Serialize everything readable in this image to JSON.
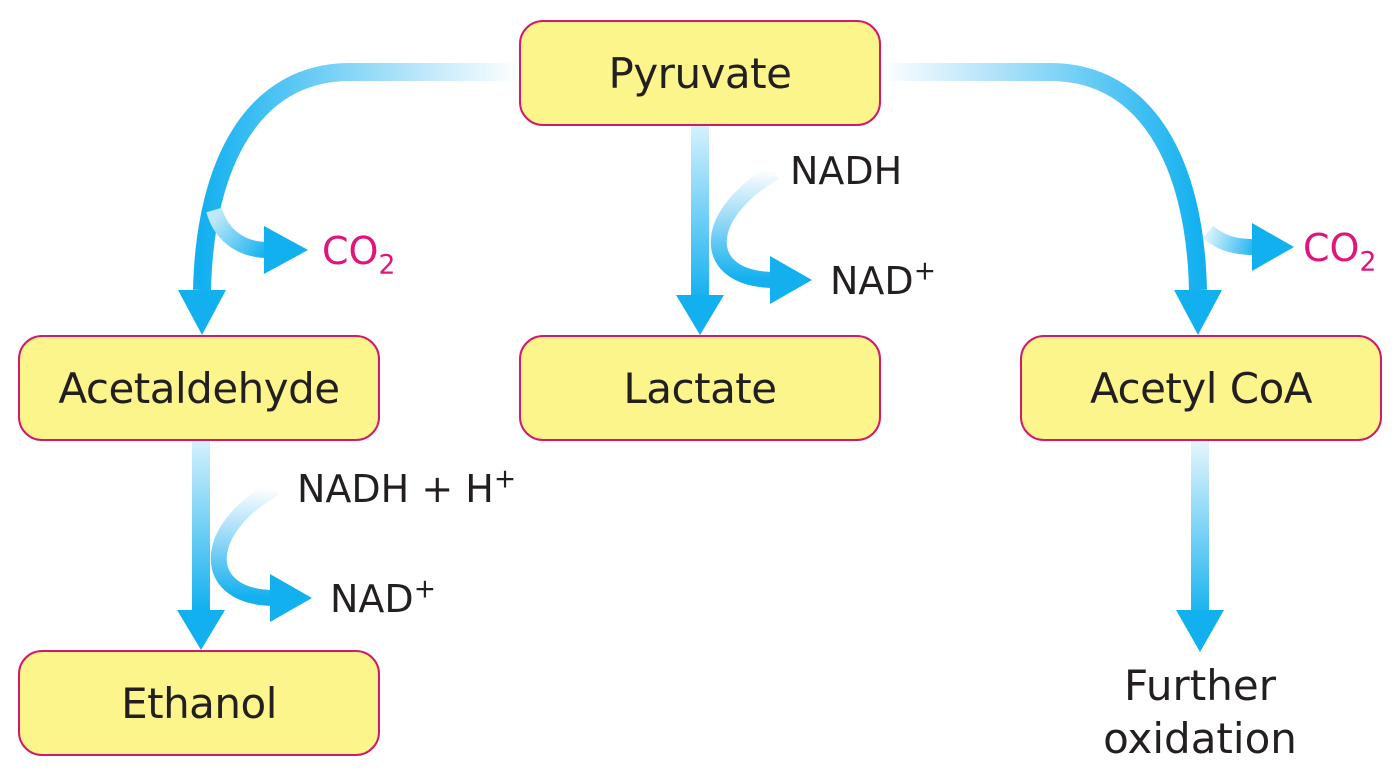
{
  "nodes": {
    "pyruvate": "Pyruvate",
    "acetaldehyde": "Acetaldehyde",
    "lactate": "Lactate",
    "acetyl_coa": "Acetyl CoA",
    "ethanol": "Ethanol",
    "further_oxidation_line1": "Further",
    "further_oxidation_line2": "oxidation"
  },
  "labels": {
    "co2_left_base": "CO",
    "co2_left_sub": "2",
    "co2_right_base": "CO",
    "co2_right_sub": "2",
    "lactate_nadh": "NADH",
    "lactate_nad_base": "NAD",
    "lactate_nad_sup": "+",
    "ethanol_nadh_base": "NADH + H",
    "ethanol_nadh_sup": "+",
    "ethanol_nad_base": "NAD",
    "ethanol_nad_sup": "+"
  },
  "colors": {
    "arrow": "#12b0ef",
    "box_fill": "#fbf58c",
    "box_border": "#d11a6a",
    "co2_text": "#e0147a"
  }
}
